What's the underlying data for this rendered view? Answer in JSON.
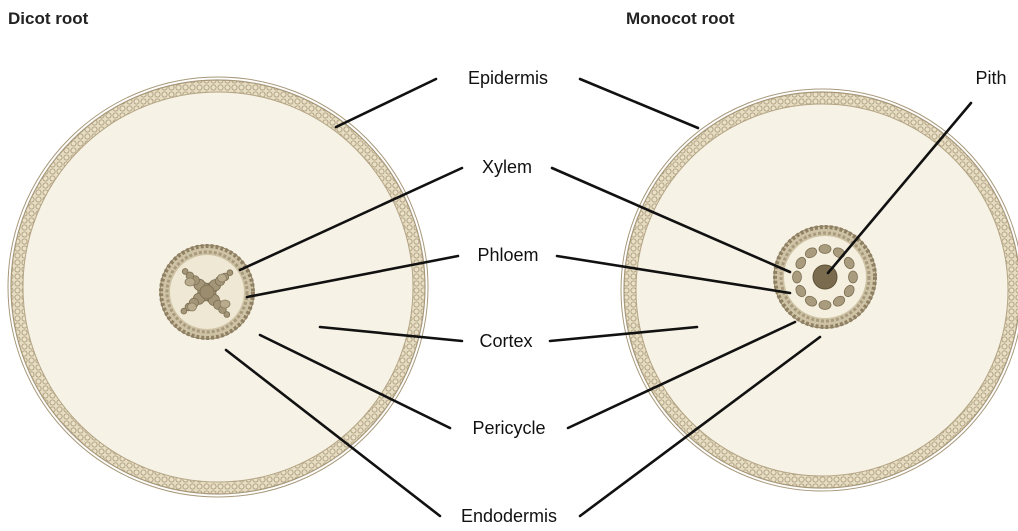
{
  "titles": {
    "dicot": "Dicot root",
    "monocot": "Monocot root"
  },
  "labels": {
    "epidermis": "Epidermis",
    "xylem": "Xylem",
    "phloem": "Phloem",
    "cortex": "Cortex",
    "pericycle": "Pericycle",
    "endodermis": "Endodermis",
    "pith": "Pith"
  },
  "colors": {
    "cortex_fill": "#f7f2e6",
    "epidermis_cell": "#e6dcc1",
    "cell_outline": "#a8987a",
    "stele_fill": "#efe8d4",
    "vascular_cell": "#9d8f72",
    "pith": "#7a6b4e",
    "line": "#111111"
  }
}
